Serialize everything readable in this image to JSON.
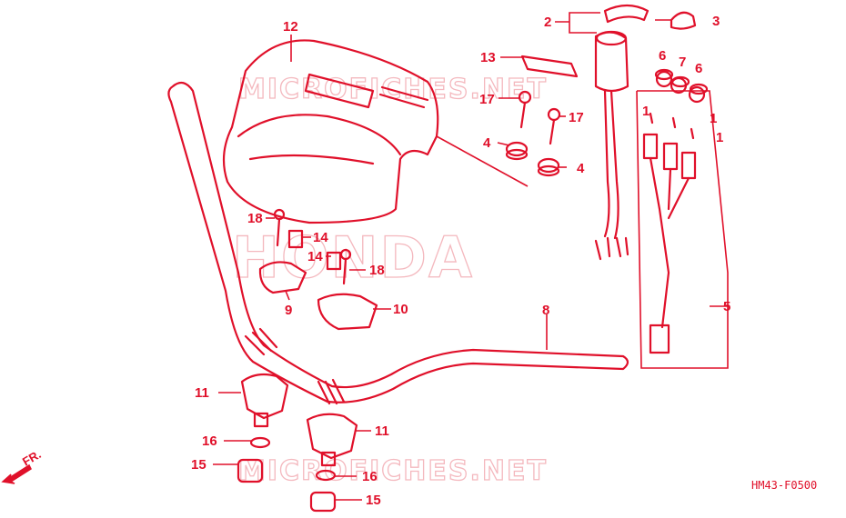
{
  "diagram": {
    "code": "HM43-F0500",
    "front_label": "FR.",
    "watermarks": {
      "top": "MICROFICHES.NET",
      "center": "HONDA",
      "bottom": "MICROFICHES.NET"
    },
    "callouts": [
      {
        "id": "c1a",
        "text": "1"
      },
      {
        "id": "c1b",
        "text": "1"
      },
      {
        "id": "c1c",
        "text": "1"
      },
      {
        "id": "c2",
        "text": "2"
      },
      {
        "id": "c3",
        "text": "3"
      },
      {
        "id": "c4a",
        "text": "4"
      },
      {
        "id": "c4b",
        "text": "4"
      },
      {
        "id": "c5",
        "text": "5"
      },
      {
        "id": "c6a",
        "text": "6"
      },
      {
        "id": "c6b",
        "text": "6"
      },
      {
        "id": "c7",
        "text": "7"
      },
      {
        "id": "c8",
        "text": "8"
      },
      {
        "id": "c9",
        "text": "9"
      },
      {
        "id": "c10",
        "text": "10"
      },
      {
        "id": "c11a",
        "text": "11"
      },
      {
        "id": "c11b",
        "text": "11"
      },
      {
        "id": "c12",
        "text": "12"
      },
      {
        "id": "c13",
        "text": "13"
      },
      {
        "id": "c14a",
        "text": "14"
      },
      {
        "id": "c14b",
        "text": "14"
      },
      {
        "id": "c15a",
        "text": "15"
      },
      {
        "id": "c15b",
        "text": "15"
      },
      {
        "id": "c16a",
        "text": "16"
      },
      {
        "id": "c16b",
        "text": "16"
      },
      {
        "id": "c17a",
        "text": "17"
      },
      {
        "id": "c17b",
        "text": "17"
      },
      {
        "id": "c18a",
        "text": "18"
      },
      {
        "id": "c18b",
        "text": "18"
      }
    ]
  }
}
